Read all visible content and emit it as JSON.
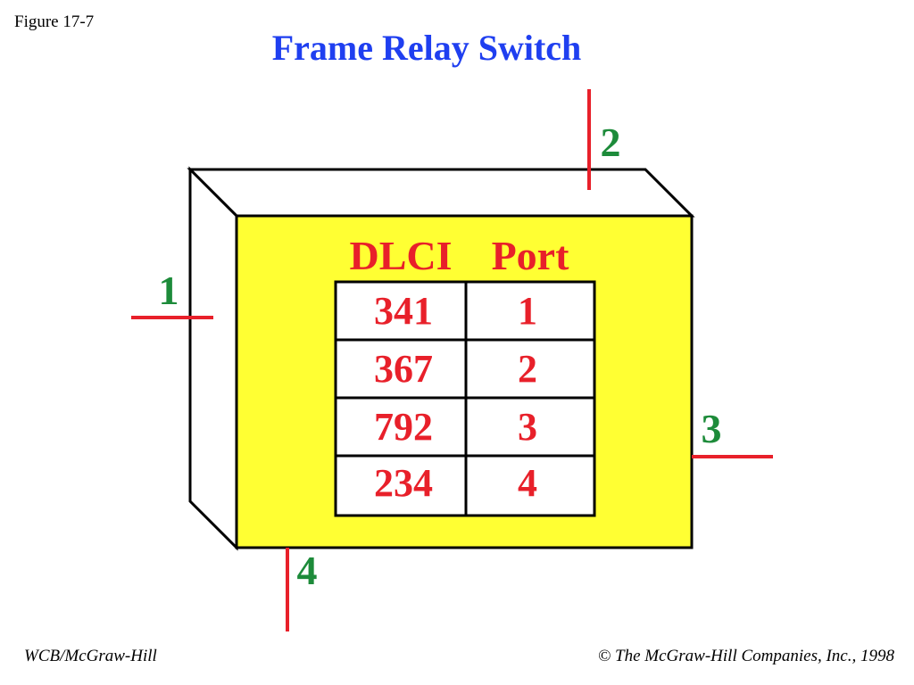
{
  "figure_label": "Figure 17-7",
  "title": "Frame Relay Switch",
  "table": {
    "headers": [
      "DLCI",
      "Port"
    ],
    "rows": [
      [
        "341",
        "1"
      ],
      [
        "367",
        "2"
      ],
      [
        "792",
        "3"
      ],
      [
        "234",
        "4"
      ]
    ]
  },
  "ports": [
    "1",
    "2",
    "3",
    "4"
  ],
  "footer": {
    "left": "WCB/McGraw-Hill",
    "copyright_symbol": "©",
    "right": "The McGraw-Hill Companies, Inc., 1998"
  },
  "colors": {
    "title": "#1f3ff0",
    "switch_face": "#ffff33",
    "port_line": "#e8202a",
    "port_label": "#1d8b3a",
    "table_text": "#e8202a"
  }
}
